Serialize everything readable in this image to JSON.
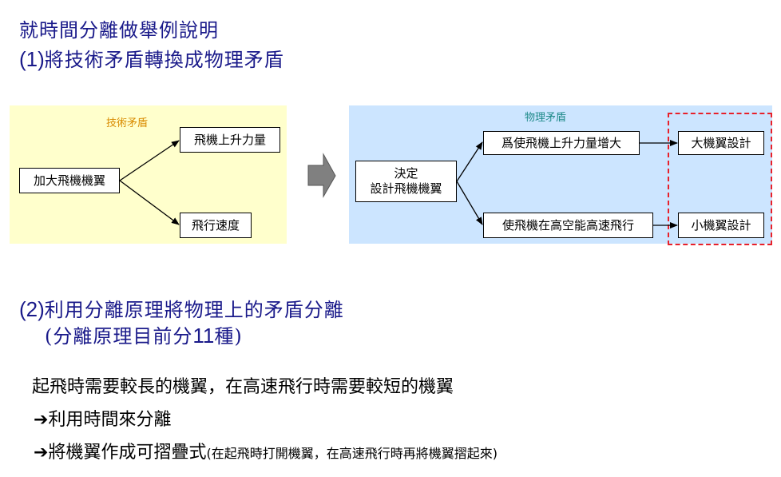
{
  "headings": {
    "line1": "就時間分離做舉例說明",
    "line2_num": "(1)",
    "line2_text": "將技術矛盾轉換成物理矛盾",
    "line3_num": "(2)",
    "line3_text": "利用分離原理將物理上的矛盾分離",
    "line4_open": "(分離原理目前分",
    "line4_num": "11",
    "line4_close": "種)"
  },
  "left_panel": {
    "title": "技術矛盾",
    "title_color": "#d98b00",
    "bg_color": "#ffffcc",
    "source": "加大飛機機翼",
    "target_top": "飛機上升力量",
    "target_bottom": "飛行速度"
  },
  "right_panel": {
    "title": "物理矛盾",
    "title_color": "#1f8a8a",
    "bg_color": "#cce5ff",
    "source_line1": "決定",
    "source_line2": "設計飛機機翼",
    "mid_top": "爲使飛機上升力量增大",
    "mid_bottom": "使飛機在高空能高速飛行",
    "end_top": "大機翼設計",
    "end_bottom": "小機翼設計",
    "highlight_color": "#e8202a"
  },
  "transition_arrow": {
    "color": "#808080"
  },
  "body": {
    "line1": "起飛時需要較長的機翼，在高速飛行時需要較短的機翼",
    "arrow_glyph": "➔",
    "line2": "利用時間來分離",
    "line3": "將機翼作成可摺疊式",
    "line3_note": "(在起飛時打開機翼，在高速飛行時再將機翼摺起來)"
  }
}
